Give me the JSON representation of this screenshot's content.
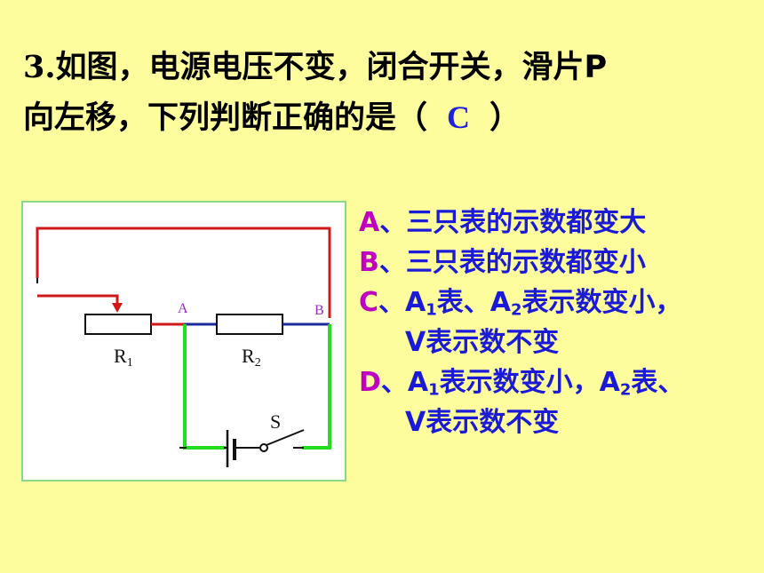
{
  "question": {
    "number": "3.",
    "line1": "如图，电源电压不变，闭合开关，滑片P",
    "line2_prefix": "向左移，下列判断正确的是（",
    "answer": "C",
    "line2_suffix": "）"
  },
  "circuit": {
    "label_r1_main": "R",
    "label_r1_sub": "1",
    "label_r2_main": "R",
    "label_r2_sub": "2",
    "label_a": "A",
    "label_b": "B",
    "label_s": "S",
    "colors": {
      "red": "#d01818",
      "green": "#22dd22",
      "blue": "#1a2a99",
      "black": "#111111"
    }
  },
  "options": {
    "a": {
      "letter": "A",
      "sep": "、",
      "text": "三只表的示数都变大"
    },
    "b": {
      "letter": "B",
      "sep": "、",
      "text": "三只表的示数都变小"
    },
    "c": {
      "letter": "C",
      "sep": "、",
      "p1": "A",
      "p1_sub": "1",
      "p2": "表、A",
      "p2_sub": "2",
      "p3": "表示数变小，",
      "line2": "V表示数不变"
    },
    "d": {
      "letter": "D",
      "sep": "、",
      "p1": "A",
      "p1_sub": "1",
      "p2": "表示数变小，A",
      "p2_sub": "2",
      "p3": "表、",
      "line2": "V表示数不变"
    }
  }
}
